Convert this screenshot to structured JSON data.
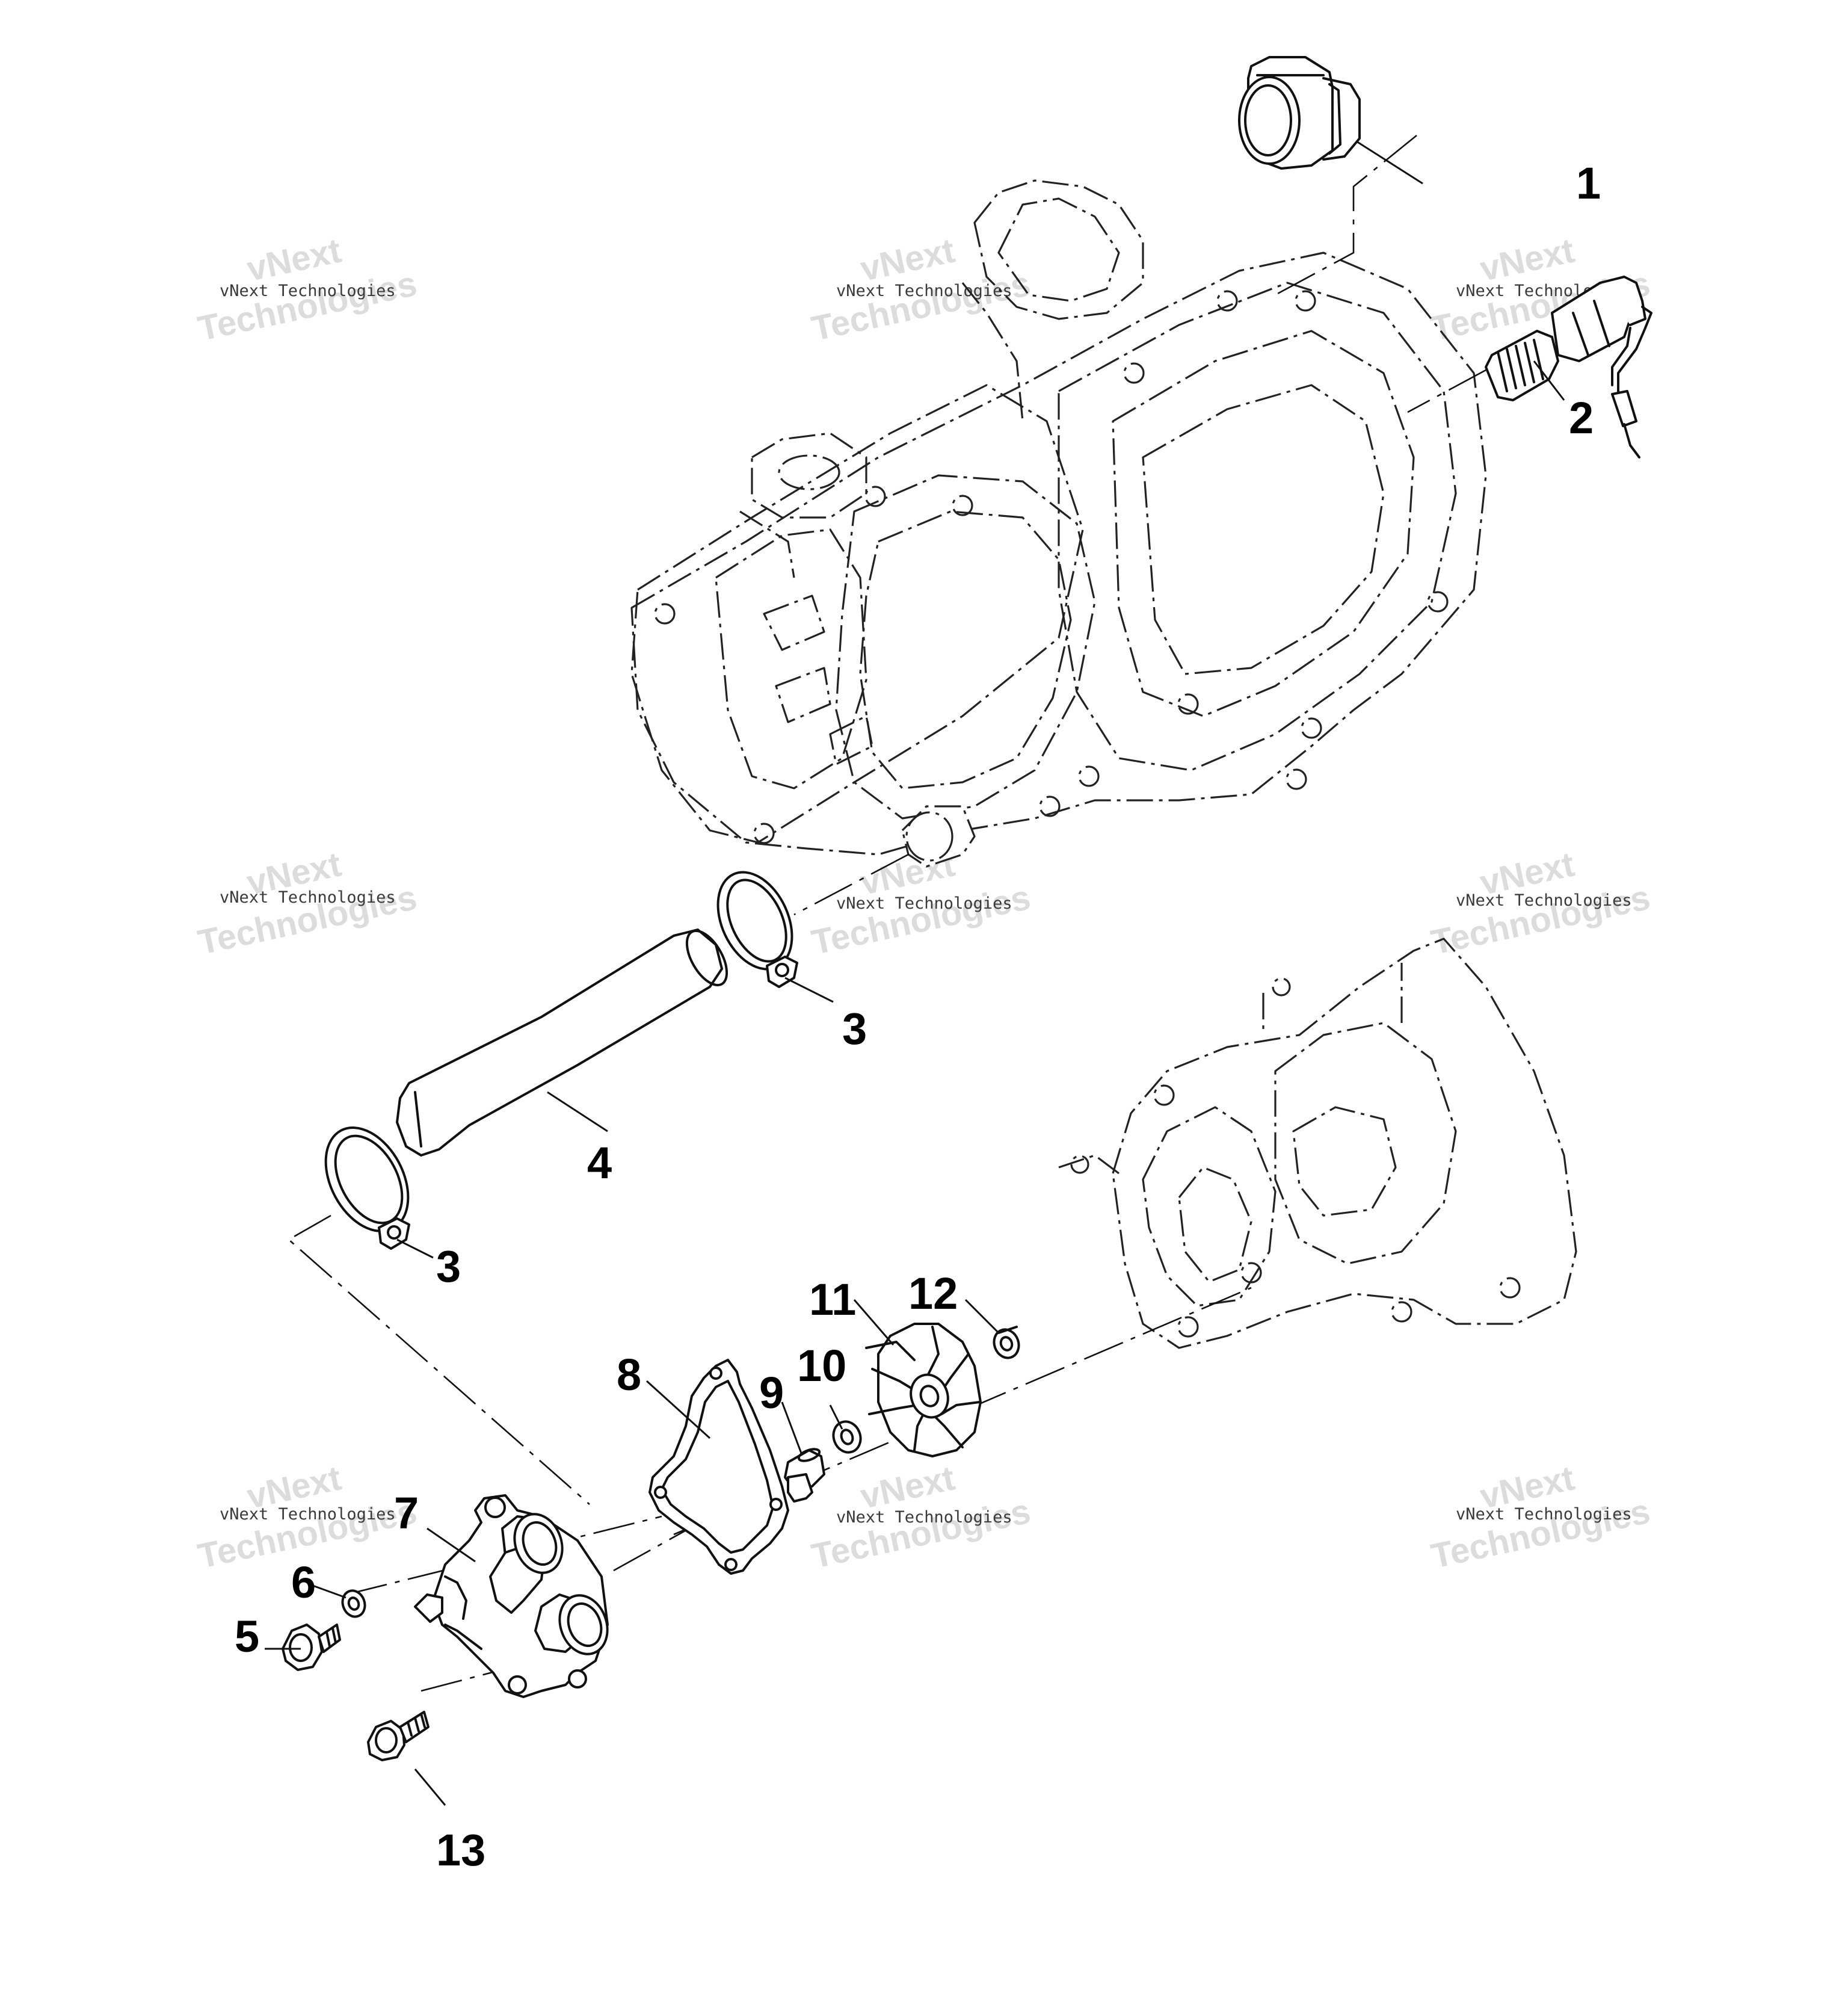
{
  "diagram": {
    "callouts": {
      "c1": "1",
      "c2": "2",
      "c3a": "3",
      "c3b": "3",
      "c4": "4",
      "c5": "5",
      "c6": "6",
      "c7": "7",
      "c8": "8",
      "c9": "9",
      "c10": "10",
      "c11": "11",
      "c12": "12",
      "c13": "13"
    },
    "watermark": {
      "small": "vNext Technologies",
      "big_line1": "vNext",
      "big_line2": "Technologies"
    }
  },
  "colors": {
    "line": "#111111",
    "background": "#ffffff",
    "watermark": "#dcdcdc"
  }
}
